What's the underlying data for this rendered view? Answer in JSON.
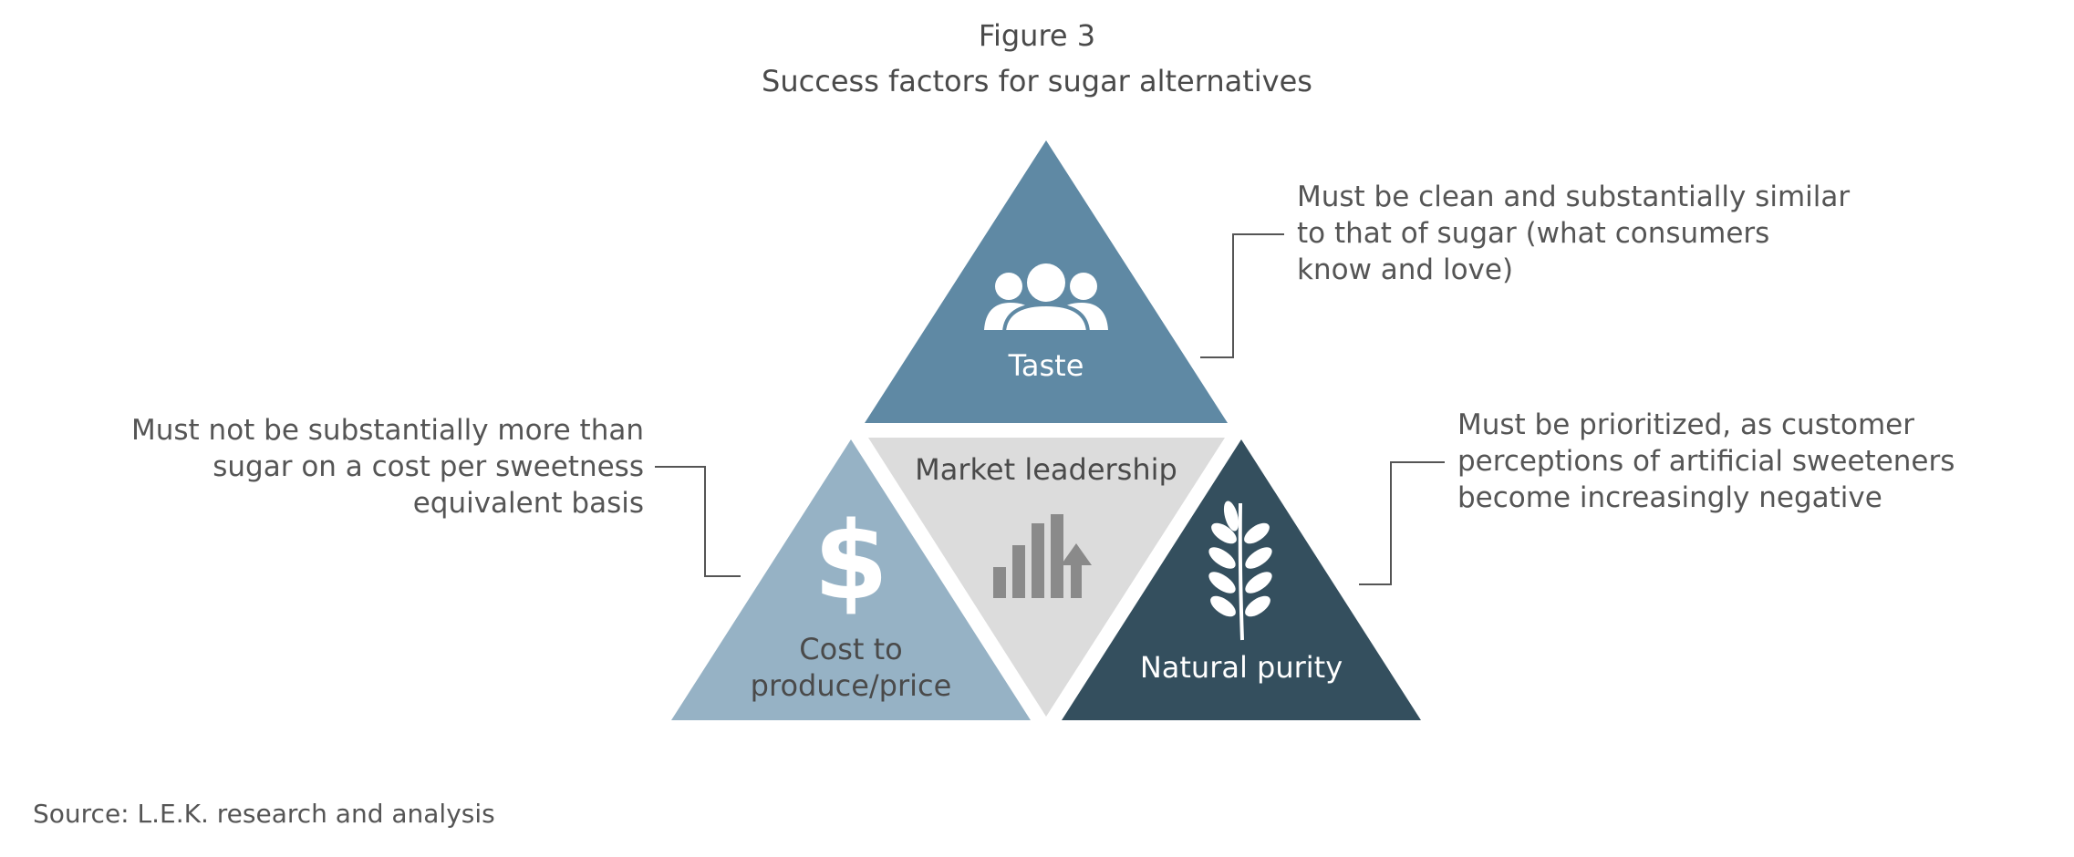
{
  "figure": {
    "number": "Figure 3",
    "title": "Success factors for sugar alternatives"
  },
  "segments": {
    "taste": {
      "label": "Taste",
      "icon": "people-icon",
      "color": "#5f89a4"
    },
    "cost": {
      "label_line1": "Cost to",
      "label_line2": "produce/price",
      "icon": "dollar-icon",
      "color": "#96b2c5"
    },
    "market": {
      "label": "Market leadership",
      "icon": "bar-chart-up-icon",
      "color": "#dcdcdc"
    },
    "purity": {
      "label": "Natural purity",
      "icon": "leaf-stalk-icon",
      "color": "#344f5e"
    }
  },
  "callouts": {
    "taste": "Must be clean and substantially similar\nto that of sugar (what consumers\nknow and love)",
    "cost": "Must not be substantially more than\nsugar on a cost per sweetness\nequivalent basis",
    "purity": "Must be prioritized, as customer\nperceptions of artificial sweeteners\nbecome increasingly negative"
  },
  "source": "Source: L.E.K. research and analysis"
}
